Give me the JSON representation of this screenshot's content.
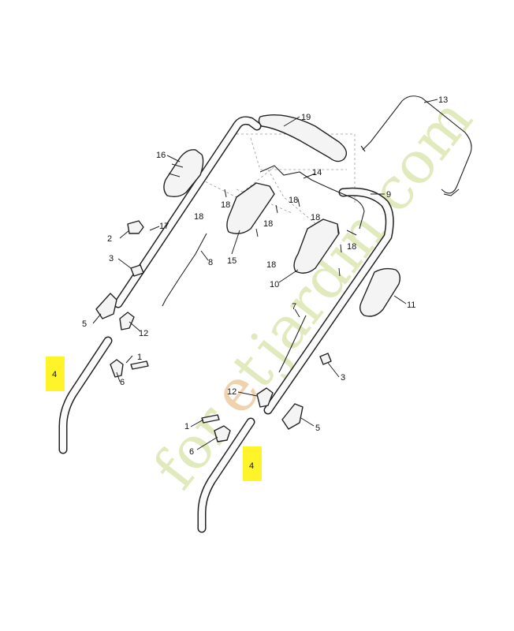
{
  "diagram": {
    "type": "exploded-parts-diagram",
    "watermark": {
      "text": "forestjardin.com",
      "color": "#d7e4a8",
      "accent_color": "#ecc89a"
    },
    "highlight_color": "#fff42a",
    "callouts": [
      {
        "id": "c1a",
        "label": "1"
      },
      {
        "id": "c1b",
        "label": "1"
      },
      {
        "id": "c2",
        "label": "2"
      },
      {
        "id": "c3a",
        "label": "3"
      },
      {
        "id": "c3b",
        "label": "3"
      },
      {
        "id": "c4a",
        "label": "4",
        "highlighted": true
      },
      {
        "id": "c4b",
        "label": "4",
        "highlighted": true
      },
      {
        "id": "c5a",
        "label": "5"
      },
      {
        "id": "c5b",
        "label": "5"
      },
      {
        "id": "c6a",
        "label": "6"
      },
      {
        "id": "c6b",
        "label": "6"
      },
      {
        "id": "c7",
        "label": "7"
      },
      {
        "id": "c8",
        "label": "8"
      },
      {
        "id": "c9",
        "label": "9"
      },
      {
        "id": "c10",
        "label": "10"
      },
      {
        "id": "c11",
        "label": "11"
      },
      {
        "id": "c12a",
        "label": "12"
      },
      {
        "id": "c12b",
        "label": "12"
      },
      {
        "id": "c13",
        "label": "13"
      },
      {
        "id": "c14",
        "label": "14"
      },
      {
        "id": "c15",
        "label": "15"
      },
      {
        "id": "c16",
        "label": "16"
      },
      {
        "id": "c17",
        "label": "17"
      },
      {
        "id": "c18a",
        "label": "18"
      },
      {
        "id": "c18b",
        "label": "18"
      },
      {
        "id": "c18c",
        "label": "18"
      },
      {
        "id": "c18d",
        "label": "18"
      },
      {
        "id": "c18e",
        "label": "18"
      },
      {
        "id": "c18f",
        "label": "18"
      },
      {
        "id": "c18g",
        "label": "18"
      },
      {
        "id": "c19",
        "label": "19"
      }
    ]
  }
}
